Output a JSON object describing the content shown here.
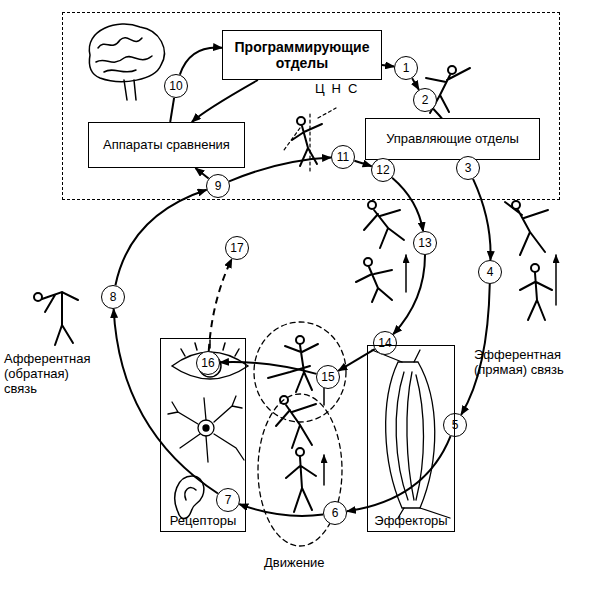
{
  "diagram": {
    "nodes": [
      {
        "text": [
          "ЦНС"
        ]
      },
      {
        "text": [
          "Программирующие отделы"
        ],
        "in": 0
      },
      {
        "text": [
          "Аппараты сравнения"
        ],
        "in": 0
      },
      {
        "text": [
          "Управляющие отделы"
        ],
        "in": 0
      },
      {
        "text": [
          "1"
        ],
        "in": 0
      },
      {
        "text": [
          "2"
        ],
        "in": 0
      },
      {
        "text": [
          "3"
        ],
        "in": 0
      },
      {
        "text": [
          "4"
        ]
      },
      {
        "text": [
          "5"
        ]
      },
      {
        "text": [
          "6"
        ]
      },
      {
        "text": [
          "7"
        ]
      },
      {
        "text": [
          "8"
        ]
      },
      {
        "text": [
          "9"
        ],
        "in": 0
      },
      {
        "text": [
          "10"
        ],
        "in": 0
      },
      {
        "text": [
          "11"
        ],
        "in": 0
      },
      {
        "text": [
          "12"
        ],
        "in": 0
      },
      {
        "text": [
          "13"
        ]
      },
      {
        "text": [
          "14"
        ]
      },
      {
        "text": [
          "15"
        ]
      },
      {
        "text": [
          "16"
        ]
      },
      {
        "text": [
          "17"
        ]
      },
      {
        "text": [
          "Рецепторы"
        ]
      },
      {
        "text": [
          "Эффекторы"
        ]
      }
    ],
    "edges": [
      {
        "from": 1,
        "to": 4,
        "arrow": "to"
      },
      {
        "from": 4,
        "to": 5,
        "arrow": "to"
      },
      {
        "from": 5,
        "to": 6,
        "arrow": "to"
      },
      {
        "from": 6,
        "to": 7,
        "arrow": "to"
      },
      {
        "from": 7,
        "to": 8,
        "arrow": "to"
      },
      {
        "from": 8,
        "to": 9,
        "arrow": "to"
      },
      {
        "from": 9,
        "to": 10,
        "arrow": "to"
      },
      {
        "from": 10,
        "to": 11,
        "arrow": "to"
      },
      {
        "from": 11,
        "to": 12,
        "arrow": "to"
      },
      {
        "from": 12,
        "to": 2,
        "arrow": "to"
      },
      {
        "from": 2,
        "to": 13,
        "arrow": "none"
      },
      {
        "from": 13,
        "to": 1,
        "arrow": "to"
      },
      {
        "from": 1,
        "to": 2,
        "arrow": "to"
      },
      {
        "from": 12,
        "to": 14,
        "arrow": "to"
      },
      {
        "from": 14,
        "to": 15,
        "arrow": "to"
      },
      {
        "from": 15,
        "to": 16,
        "arrow": "to"
      },
      {
        "from": 16,
        "to": 17,
        "arrow": "to"
      },
      {
        "from": 17,
        "to": 18,
        "arrow": "to"
      },
      {
        "from": 18,
        "to": 19,
        "arrow": "to"
      },
      {
        "from": 19,
        "to": 20,
        "arrow": "to"
      }
    ],
    "labels": [
      "Афферентная (обратная) связь",
      "Эфферентная (прямая) связь",
      "Движение"
    ]
  }
}
